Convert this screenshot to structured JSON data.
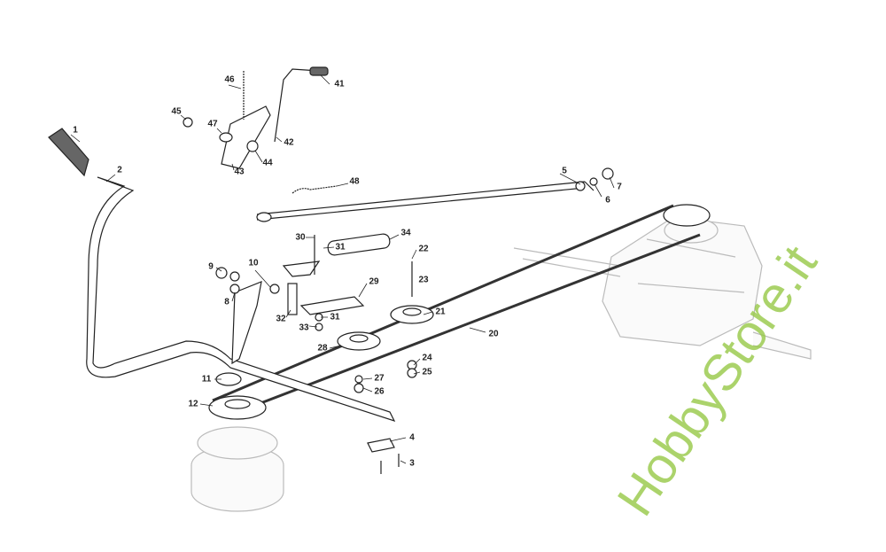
{
  "watermark": "HobbyStore.it",
  "callouts": [
    {
      "id": "c1",
      "text": "1"
    },
    {
      "id": "c2",
      "text": "2"
    },
    {
      "id": "c46",
      "text": "46"
    },
    {
      "id": "c41",
      "text": "41"
    },
    {
      "id": "c45",
      "text": "45"
    },
    {
      "id": "c47",
      "text": "47"
    },
    {
      "id": "c42",
      "text": "42"
    },
    {
      "id": "c44",
      "text": "44"
    },
    {
      "id": "c43",
      "text": "43"
    },
    {
      "id": "c5",
      "text": "5"
    },
    {
      "id": "c7",
      "text": "7"
    },
    {
      "id": "c6",
      "text": "6"
    },
    {
      "id": "c48",
      "text": "48"
    },
    {
      "id": "c30",
      "text": "30"
    },
    {
      "id": "c34",
      "text": "34"
    },
    {
      "id": "c22",
      "text": "22"
    },
    {
      "id": "c9",
      "text": "9"
    },
    {
      "id": "c10",
      "text": "10"
    },
    {
      "id": "c31a",
      "text": "31"
    },
    {
      "id": "c29",
      "text": "29"
    },
    {
      "id": "c23",
      "text": "23"
    },
    {
      "id": "c21",
      "text": "21"
    },
    {
      "id": "c8",
      "text": "8"
    },
    {
      "id": "c32",
      "text": "32"
    },
    {
      "id": "c31b",
      "text": "31"
    },
    {
      "id": "c33",
      "text": "33"
    },
    {
      "id": "c28",
      "text": "28"
    },
    {
      "id": "c20",
      "text": "20"
    },
    {
      "id": "c24",
      "text": "24"
    },
    {
      "id": "c25",
      "text": "25"
    },
    {
      "id": "c27",
      "text": "27"
    },
    {
      "id": "c26",
      "text": "26"
    },
    {
      "id": "c11",
      "text": "11"
    },
    {
      "id": "c12",
      "text": "12"
    },
    {
      "id": "c4",
      "text": "4"
    },
    {
      "id": "c3",
      "text": "3"
    }
  ]
}
